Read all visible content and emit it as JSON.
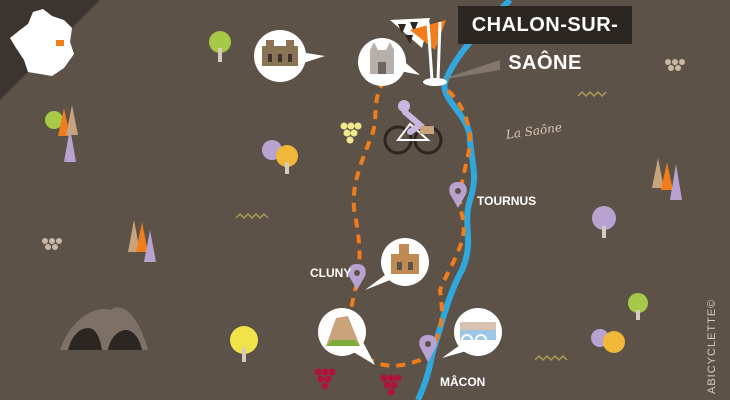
{
  "map": {
    "title": "CHALON-SUR-SAÔNE",
    "river_label": "La Saône",
    "credit": "ABICYCLETTE©",
    "towns": [
      {
        "label": "TOURNUS"
      },
      {
        "label": "CLUNY"
      },
      {
        "label": "MÂCON"
      }
    ]
  },
  "colors": {
    "background": "#5d5248",
    "river": "#31a8dd",
    "route": "#f07c1c",
    "pin": "#b8a3d0",
    "title_box": "#2b2622"
  },
  "icons": [
    "france-map-icon",
    "castle-icon",
    "cathedral-icon",
    "finish-flag-icon",
    "cyclist-icon",
    "abbey-icon",
    "rock-icon",
    "bridge-icon",
    "tree-icon",
    "grapes-icon",
    "cave-icon"
  ]
}
